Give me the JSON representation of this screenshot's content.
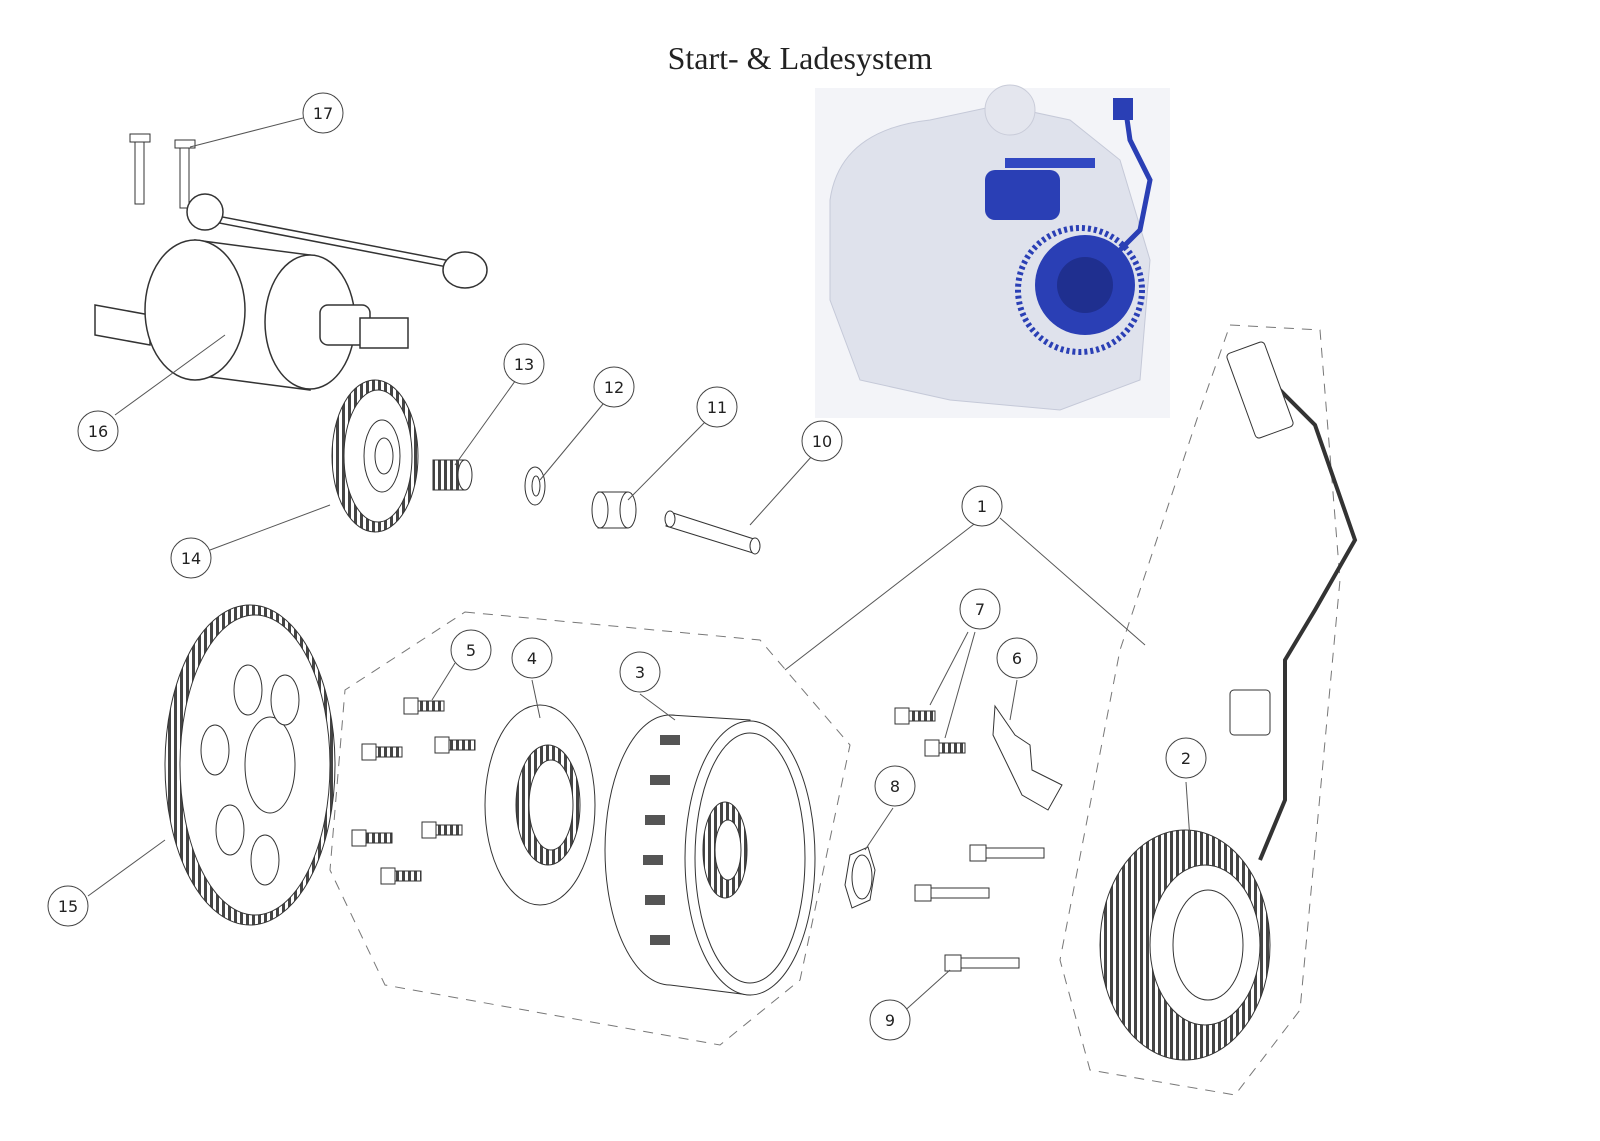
{
  "title": "Start- & Ladesystem",
  "callouts": [
    "1",
    "2",
    "3",
    "4",
    "5",
    "6",
    "7",
    "8",
    "9",
    "10",
    "11",
    "12",
    "13",
    "14",
    "15",
    "16",
    "17"
  ],
  "colors": {
    "line": "#555555",
    "highlight": "#2a3fb5",
    "ghost": "#d6d9e6"
  },
  "icons": {
    "starter_motor": "starter-motor-icon",
    "stator": "stator-icon",
    "flywheel": "flywheel-rotor-icon",
    "gear": "gear-icon"
  }
}
